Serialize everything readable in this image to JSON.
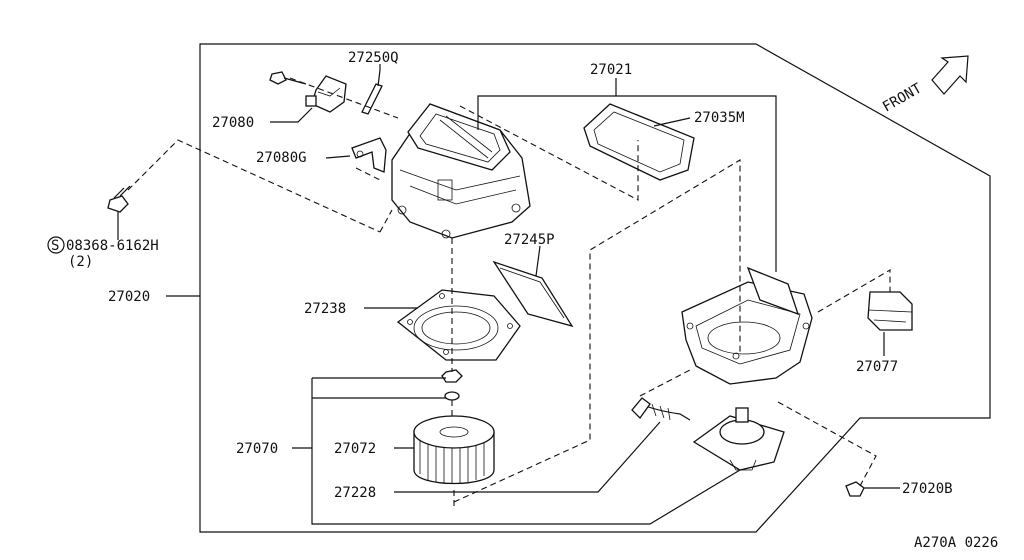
{
  "labels": {
    "p27250Q": "27250Q",
    "p27021": "27021",
    "p27035M": "27035M",
    "p27080": "27080",
    "p27080G": "27080G",
    "p08368": "08368-6162H",
    "p08368_qty": "(2)",
    "screw_symbol": "S",
    "p27245P": "27245P",
    "p27020": "27020",
    "p27238": "27238",
    "p27077": "27077",
    "p27070": "27070",
    "p27072": "27072",
    "p27228": "27228",
    "p27020B": "27020B",
    "front": "FRONT",
    "diagram_code": "A270A 0226"
  }
}
